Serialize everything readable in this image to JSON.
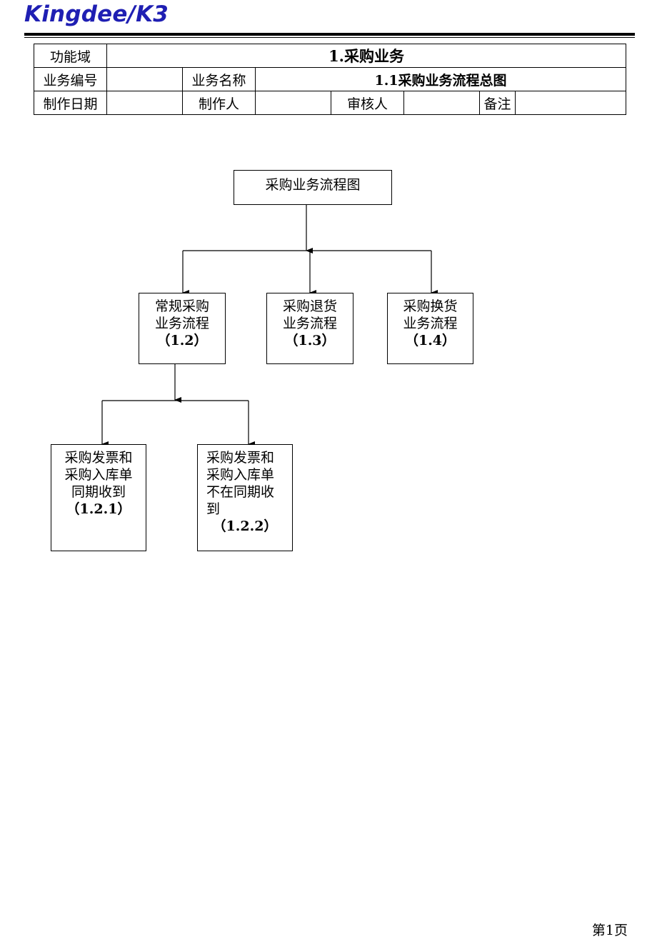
{
  "header": {
    "brand": "Kingdee/K3"
  },
  "info_table": {
    "domain_label": "功能域",
    "domain_value": "1.采购业务",
    "business_no_label": "业务编号",
    "business_no_value": "",
    "business_name_label": "业务名称",
    "business_name_value": "1.1采购业务流程总图",
    "date_label": "制作日期",
    "date_value": "",
    "author_label": "制作人",
    "author_value": "",
    "reviewer_label": "审核人",
    "reviewer_value": "",
    "remark_label": "备注",
    "remark_value": ""
  },
  "flowchart": {
    "root": {
      "line1": "采购业务流程图"
    },
    "regular": {
      "line1": "常规采购",
      "line2": "业务流程",
      "code": "（1.2）"
    },
    "return": {
      "line1": "采购退货",
      "line2": "业务流程",
      "code": "（1.3）"
    },
    "exchange": {
      "line1": "采购换货",
      "line2": "业务流程",
      "code": "（1.4）"
    },
    "same_period": {
      "line1": "采购发票和",
      "line2": "采购入库单",
      "line3": "同期收到",
      "code": "（1.2.1）"
    },
    "different_period": {
      "line1": "采购发票和",
      "line2": "采购入库单",
      "line3": "不在同期收",
      "line4": "到",
      "code": "（1.2.2）"
    }
  },
  "footer": {
    "page": "第1页"
  }
}
